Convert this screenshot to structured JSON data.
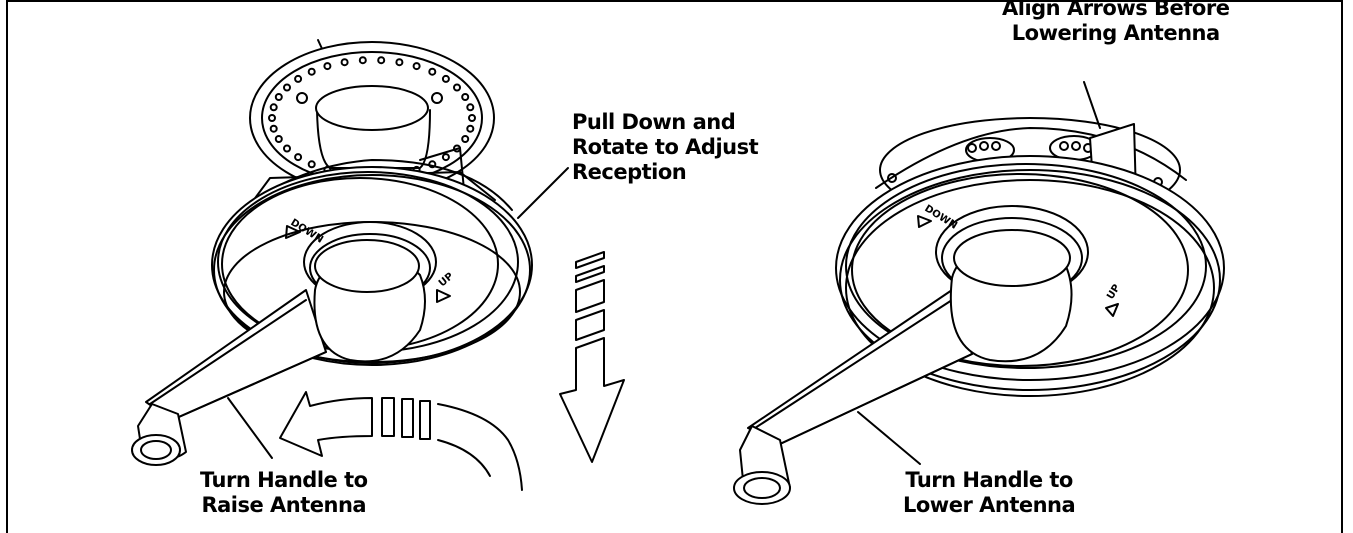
{
  "callouts": {
    "align_arrows": [
      "Align Arrows Before",
      "Lowering Antenna"
    ],
    "pull_down": [
      "Pull Down and",
      "Rotate to Adjust",
      "Reception"
    ],
    "turn_raise": [
      "Turn Handle to",
      "Raise Antenna"
    ],
    "turn_lower": [
      "Turn Handle to",
      "Lower Antenna"
    ]
  },
  "dial_labels": {
    "down": "DOWN",
    "up": "UP"
  },
  "colors": {
    "line": "#000000",
    "background": "#ffffff"
  }
}
